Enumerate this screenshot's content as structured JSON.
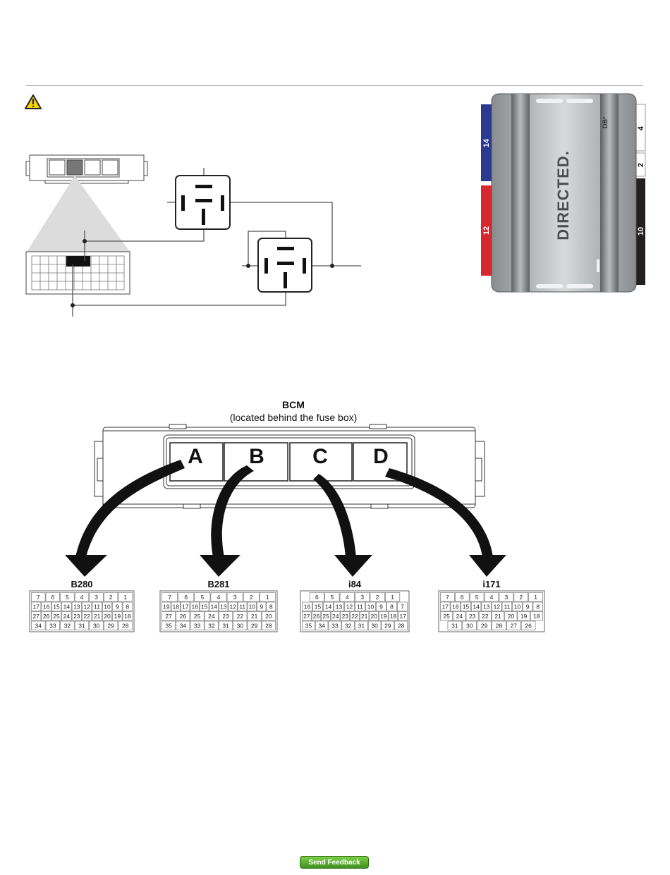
{
  "bcm": {
    "title": "BCM",
    "subtitle": "(located behind the fuse box)",
    "slots": [
      "A",
      "B",
      "C",
      "D"
    ]
  },
  "module": {
    "brand": "DIRECTED.",
    "model": "DB³",
    "left_ports": [
      "14",
      "12"
    ],
    "right_ports": [
      "4",
      "2",
      "10"
    ]
  },
  "connectors": [
    {
      "name": "B280",
      "rows": [
        [
          "7",
          "6",
          "5",
          "4",
          "3",
          "2",
          "1"
        ],
        [
          "17",
          "16",
          "15",
          "14",
          "13",
          "12",
          "11",
          "10",
          "9",
          "8"
        ],
        [
          "27",
          "26",
          "25",
          "24",
          "23",
          "22",
          "21",
          "20",
          "19",
          "18"
        ],
        [
          "34",
          "33",
          "32",
          "31",
          "30",
          "29",
          "28"
        ]
      ]
    },
    {
      "name": "B281",
      "rows": [
        [
          "7",
          "6",
          "5",
          "4",
          "3",
          "2",
          "1"
        ],
        [
          "19",
          "18",
          "17",
          "16",
          "15",
          "14",
          "13",
          "12",
          "11",
          "10",
          "9",
          "8"
        ],
        [
          "27",
          "26",
          "25",
          "24",
          "23",
          "22",
          "21",
          "20"
        ],
        [
          "35",
          "34",
          "33",
          "32",
          "31",
          "30",
          "29",
          "28"
        ]
      ]
    },
    {
      "name": "i84",
      "rows": [
        [
          "6",
          "5",
          "4",
          "3",
          "2",
          "1"
        ],
        [
          "16",
          "15",
          "14",
          "13",
          "12",
          "11",
          "10",
          "9",
          "8",
          "7"
        ],
        [
          "27",
          "26",
          "25",
          "24",
          "23",
          "22",
          "21",
          "20",
          "19",
          "18",
          "17"
        ],
        [
          "35",
          "34",
          "33",
          "32",
          "31",
          "30",
          "29",
          "28"
        ]
      ]
    },
    {
      "name": "i171",
      "rows": [
        [
          "7",
          "6",
          "5",
          "4",
          "3",
          "2",
          "1"
        ],
        [
          "17",
          "16",
          "15",
          "14",
          "13",
          "12",
          "11",
          "10",
          "9",
          "8"
        ],
        [
          "25",
          "24",
          "23",
          "22",
          "21",
          "20",
          "19",
          "18"
        ],
        [
          "31",
          "30",
          "29",
          "28",
          "27",
          "26"
        ]
      ]
    }
  ],
  "footer": {
    "feedback_label": "Send Feedback"
  },
  "colors": {
    "port_blue": "#2b3990",
    "port_red": "#d7282f",
    "port_black": "#231f20",
    "warning_yellow": "#f5d300",
    "feedback_green": "#4ea52a"
  }
}
